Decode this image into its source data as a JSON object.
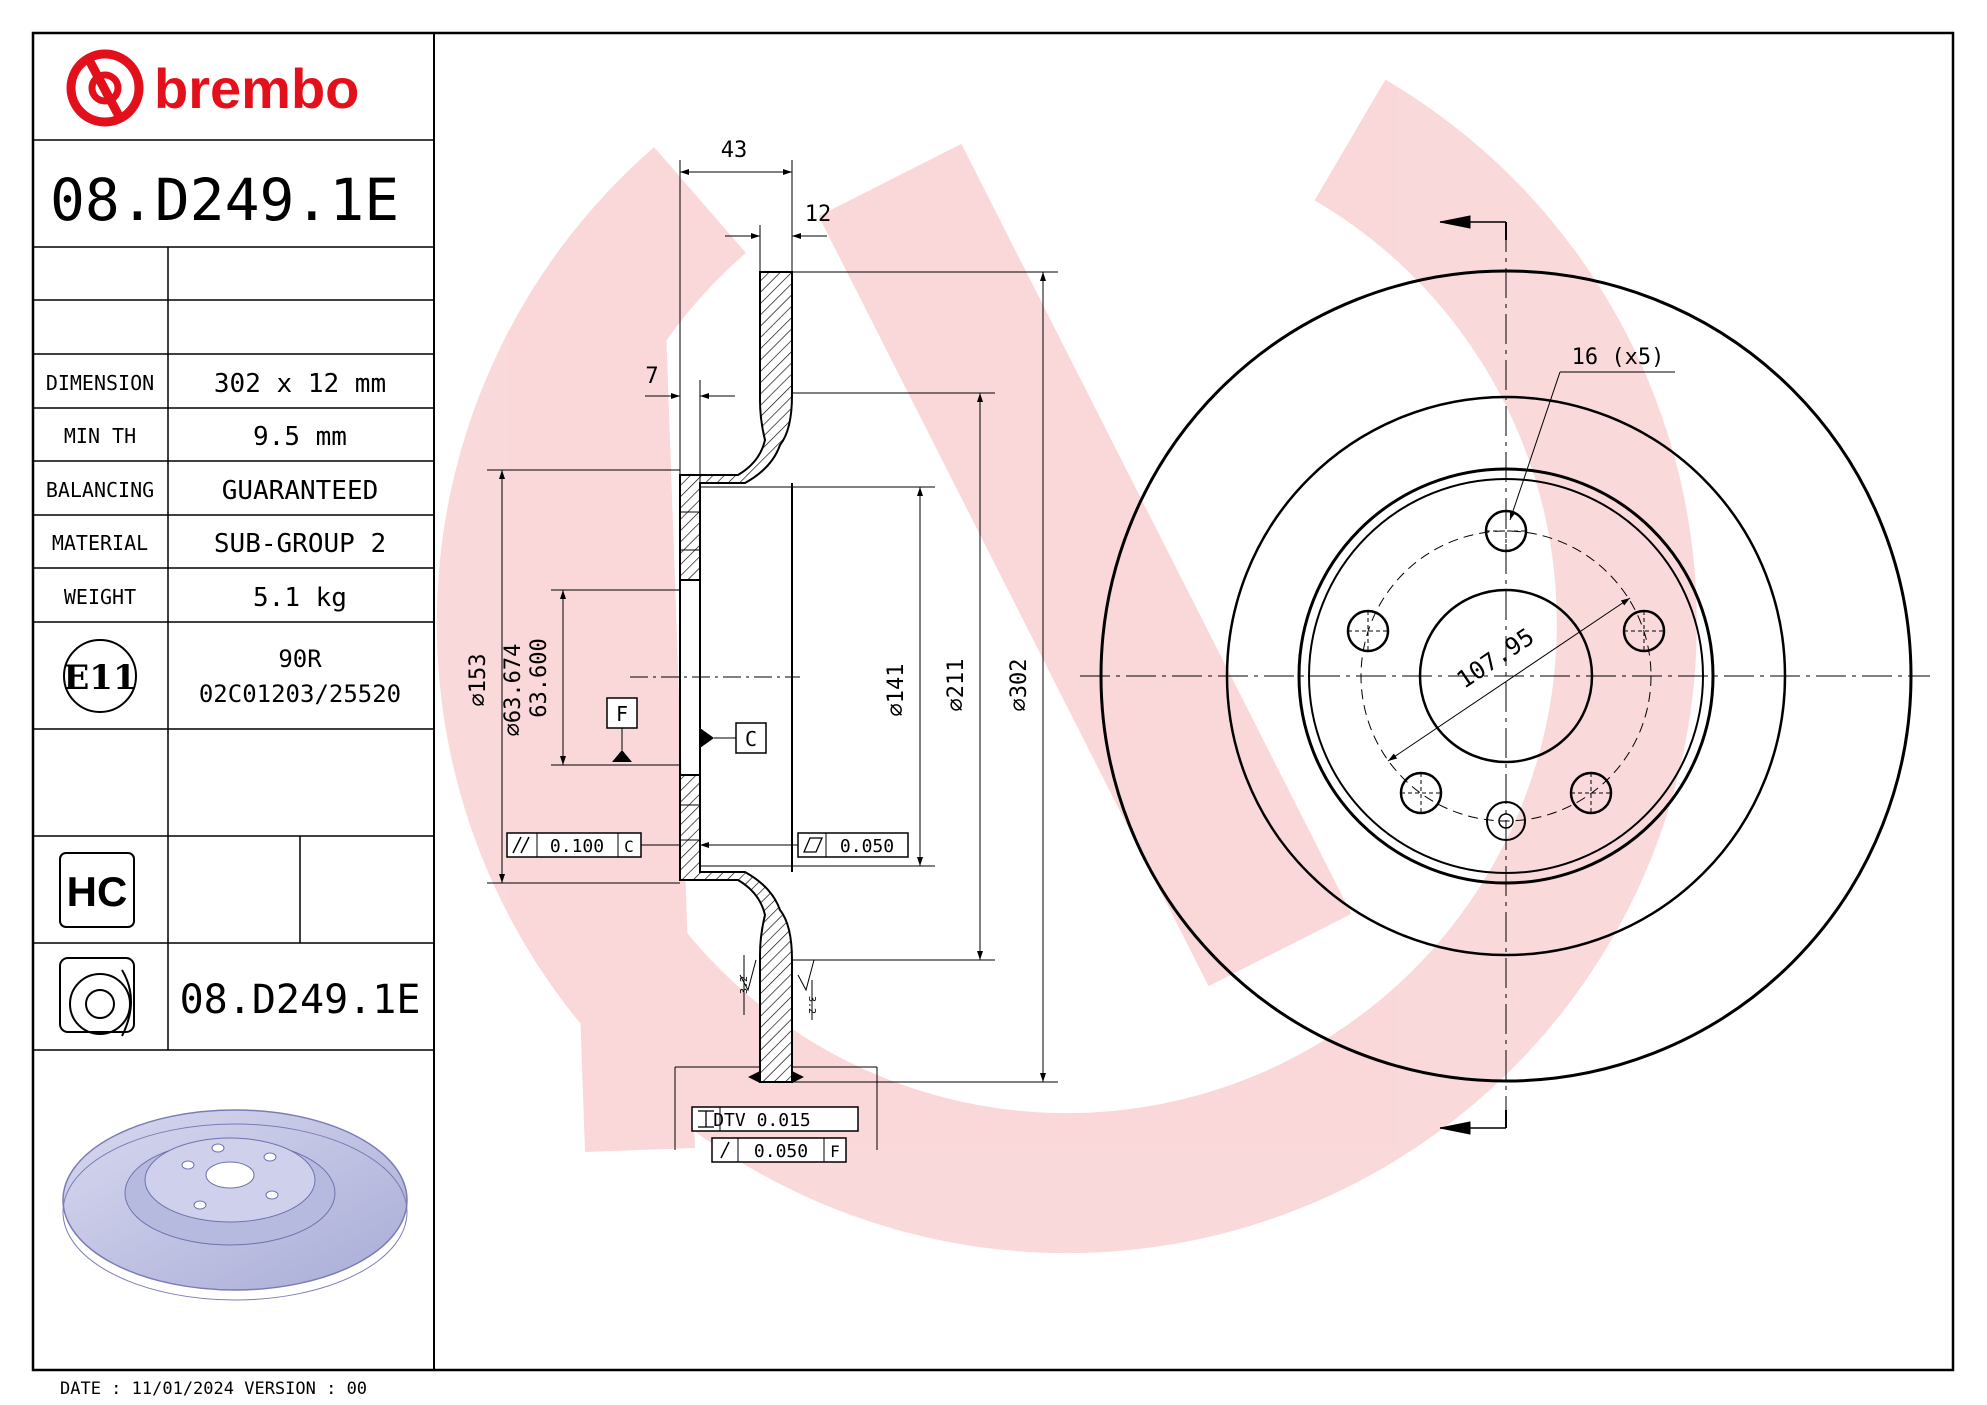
{
  "brand": {
    "logo_text": "brembo",
    "color": "#e3101b"
  },
  "part_number": "08.D249.1E",
  "specs": [
    {
      "label": "DIMENSION",
      "value": "302 x 12 mm"
    },
    {
      "label": "MIN TH",
      "value": "9.5 mm"
    },
    {
      "label": "BALANCING",
      "value": "GUARANTEED"
    },
    {
      "label": "MATERIAL",
      "value": "SUB-GROUP 2"
    },
    {
      "label": "WEIGHT",
      "value": "5.1 kg"
    }
  ],
  "approval": {
    "badge": "E11",
    "regulation": "90R",
    "number": "02C01203/25520"
  },
  "hc_badge": "HC",
  "icon_part_number": "08.D249.1E",
  "footer": "DATE : 11/01/2024 VERSION : 00",
  "dimensions": {
    "d43": "43",
    "d12": "12",
    "d7": "7",
    "d153": "153",
    "d63_674": "63.674",
    "d63_600": "63.600",
    "d141": "141",
    "d211": "211",
    "d302": "302",
    "bolt_circle": "107.95",
    "holes": "16 (x5)",
    "surface_32a": "3.2",
    "surface_32b": "3.2"
  },
  "datums": {
    "f": "F",
    "c": "C"
  },
  "tolerances": {
    "parallel": {
      "value": "0.100",
      "ref": "C"
    },
    "flatness": {
      "value": "0.050"
    },
    "dtv": {
      "label": "DTV",
      "value": "0.015"
    },
    "runout": {
      "value": "0.050",
      "ref": "F"
    }
  },
  "icons": [
    "brembo-logo-icon",
    "e11-badge-icon",
    "hc-badge-icon",
    "disc-wear-icon",
    "disc-render-icon",
    "parallelism-icon",
    "flatness-icon",
    "runout-icon",
    "thickness-variation-icon",
    "diameter-icon"
  ]
}
